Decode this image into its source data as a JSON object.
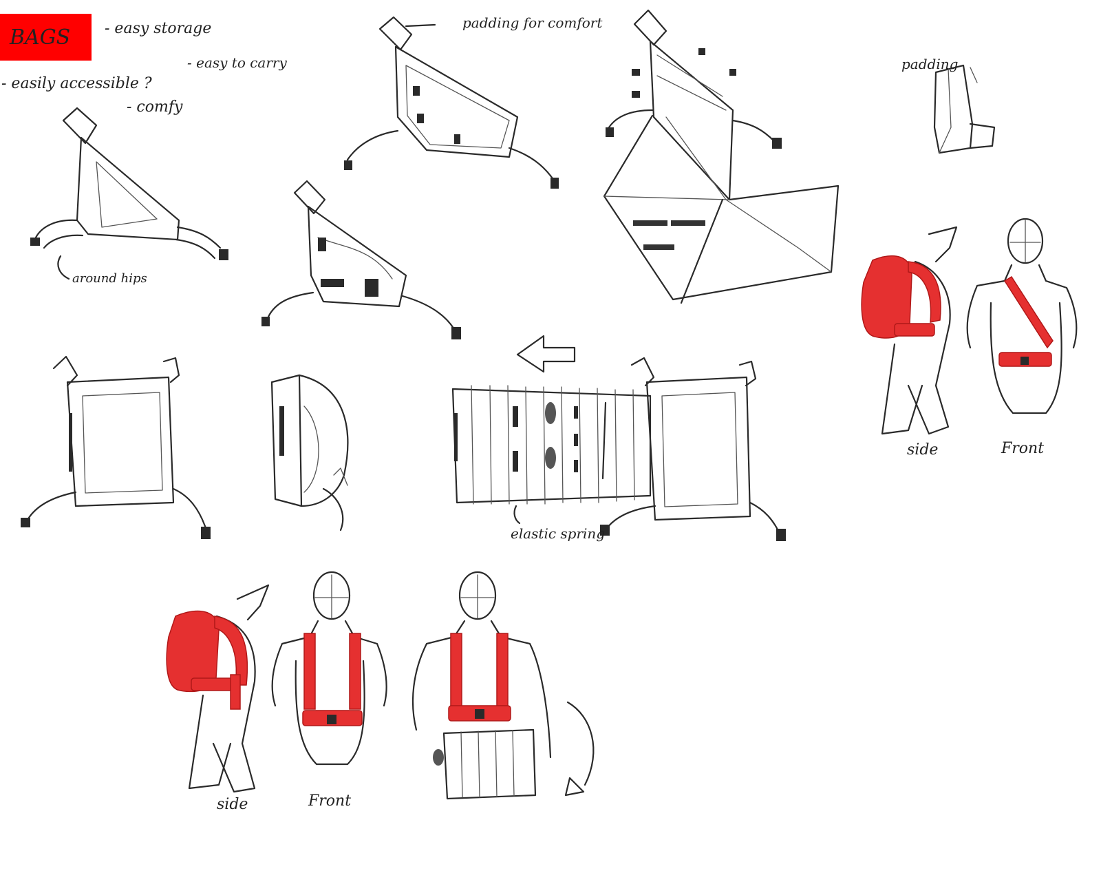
{
  "title": {
    "label": "BAGS",
    "bg_color": "#ff0000"
  },
  "notes": {
    "storage": "- easy storage",
    "accessible": "- easily accessible ?",
    "carry": "- easy to carry",
    "comfy": "- comfy"
  },
  "annotations": {
    "around_hips": "around hips",
    "padding_comfort": "padding for comfort",
    "padding": "padding",
    "elastic_spring": "elastic spring",
    "side_top": "side",
    "front_top": "Front",
    "side_bottom": "side",
    "front_bottom": "Front"
  },
  "colors": {
    "accent": "#e53030",
    "ink": "#2a2a2a"
  }
}
